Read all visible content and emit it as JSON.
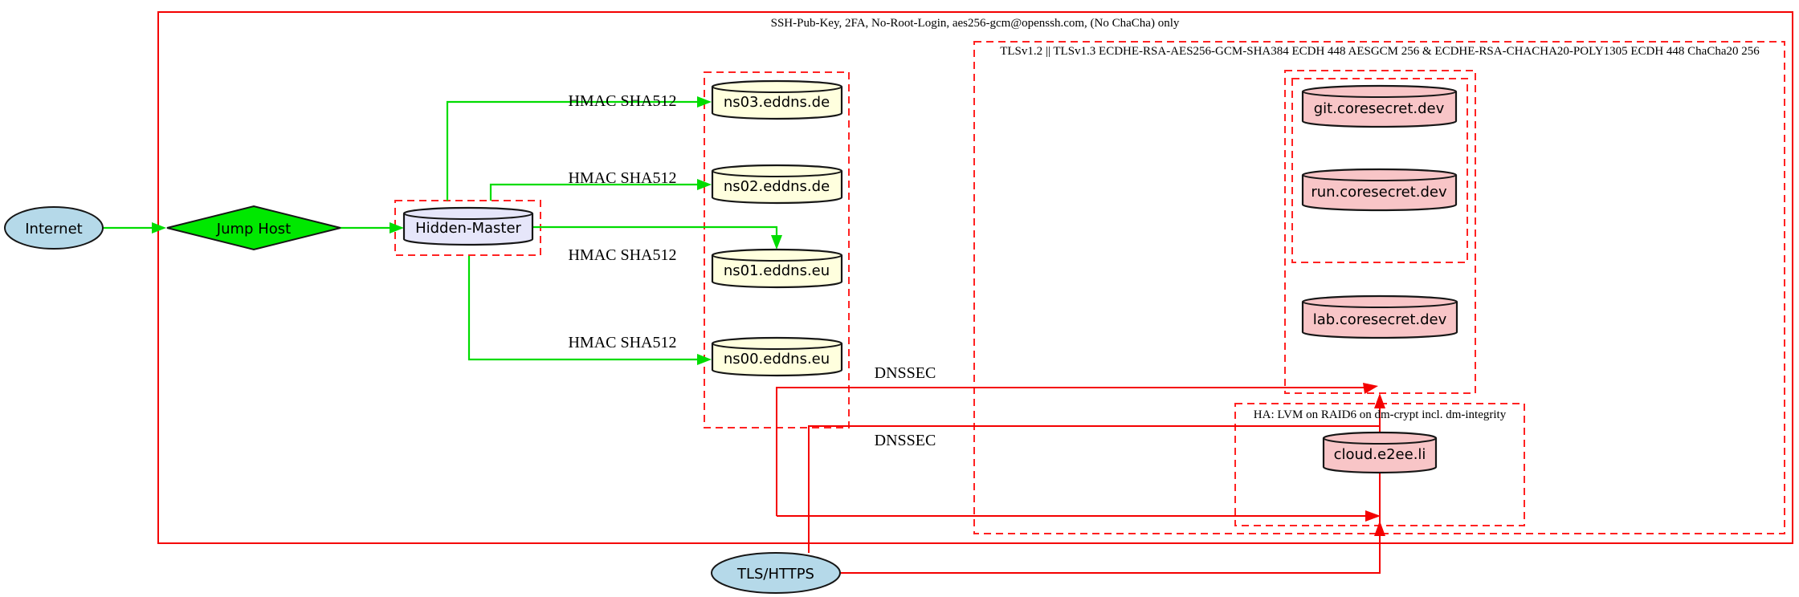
{
  "clusters": {
    "ssh": {
      "label": "SSH-Pub-Key, 2FA, No-Root-Login, aes256-gcm@openssh.com, (No ChaCha) only"
    },
    "tls": {
      "label": "TLSv1.2 || TLSv1.3 ECDHE-RSA-AES256-GCM-SHA384 ECDH 448 AESGCM 256 & ECDHE-RSA-CHACHA20-POLY1305 ECDH 448 ChaCha20 256"
    },
    "ha": {
      "label": "HA: LVM on RAID6 on dm-crypt incl. dm-integrity"
    }
  },
  "nodes": {
    "internet": {
      "label": "Internet"
    },
    "jump_host": {
      "label": "Jump Host"
    },
    "hidden_master": {
      "label": "Hidden-Master"
    },
    "ns03": {
      "label": "ns03.eddns.de"
    },
    "ns02": {
      "label": "ns02.eddns.de"
    },
    "ns01": {
      "label": "ns01.eddns.eu"
    },
    "ns00": {
      "label": "ns00.eddns.eu"
    },
    "git": {
      "label": "git.coresecret.dev"
    },
    "run": {
      "label": "run.coresecret.dev"
    },
    "lab": {
      "label": "lab.coresecret.dev"
    },
    "cloud": {
      "label": "cloud.e2ee.li"
    },
    "tls_https": {
      "label": "TLS/HTTPS"
    }
  },
  "edge_labels": {
    "hmac": "HMAC SHA512",
    "dnssec": "DNSSEC"
  },
  "colors": {
    "solid_red": "#f40000",
    "dashed_red": "#ff2222",
    "green": "#00dc00",
    "node_green": "#00e800",
    "light_blue": "#b5d9e9",
    "light_yellow": "#ffffde",
    "pink": "#f8c5c7",
    "lavender": "#e6e6fa"
  }
}
